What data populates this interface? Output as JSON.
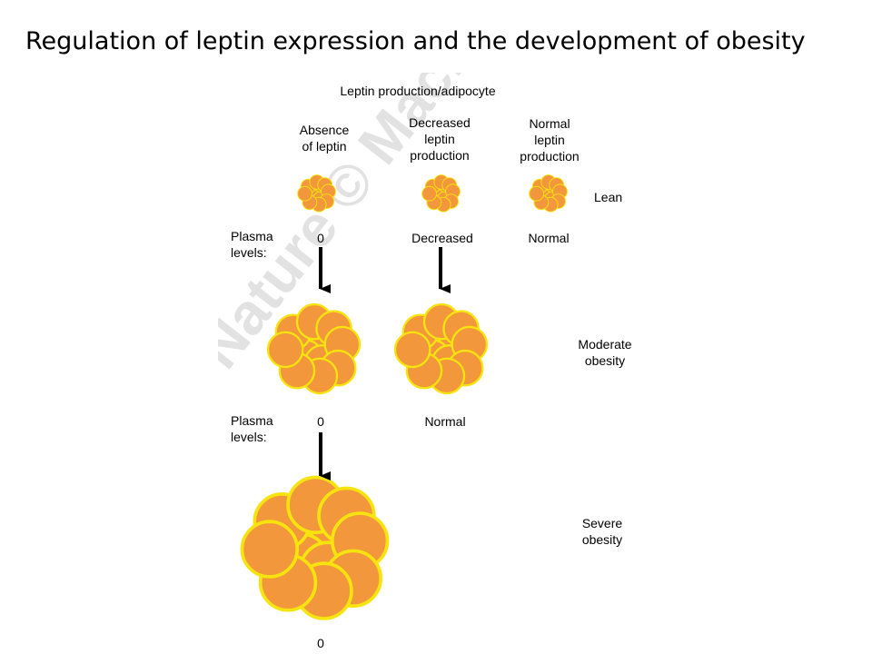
{
  "title": "Regulation of leptin expression and the development of obesity",
  "watermark": "Nature © Macmillan",
  "header": "Leptin production/adipocyte",
  "columns": {
    "absence": "Absence\nof leptin",
    "decreased": "Decreased\nleptin\nproduction",
    "normal": "Normal\nleptin\nproduction"
  },
  "rows": {
    "lean": "Lean",
    "moderate": "Moderate\nobesity",
    "severe": "Severe\nobesity"
  },
  "plasma_label": "Plasma\nlevels:",
  "plasma_levels": {
    "lean_absence": "0",
    "lean_decreased": "Decreased",
    "lean_normal": "Normal",
    "moderate_absence": "0",
    "moderate_decreased": "Normal",
    "severe_absence": "0"
  },
  "colors": {
    "cell_fill": "#F2973C",
    "cell_stroke": "#F7E40E",
    "watermark": "#dddddd"
  }
}
